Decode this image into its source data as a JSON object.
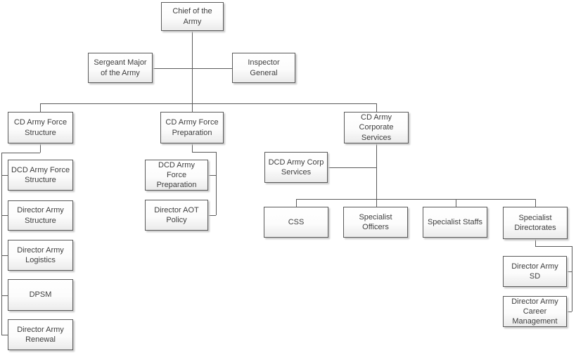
{
  "nodes": [
    {
      "label": "Chief of the Army"
    },
    {
      "label": "Sergeant Major of the Army"
    },
    {
      "label": "Inspector General"
    },
    {
      "label": "CD Army Force Structure"
    },
    {
      "label": "CD Army Force Preparation"
    },
    {
      "label": "CD Army Corporate Services"
    },
    {
      "label": "DCD Army Force Structure"
    },
    {
      "label": "Director Army Structure"
    },
    {
      "label": "Director Army Logistics"
    },
    {
      "label": "DPSM"
    },
    {
      "label": "Director Army Renewal"
    },
    {
      "label": "DCD Army Force Preparation"
    },
    {
      "label": "Director AOT Policy"
    },
    {
      "label": "DCD Army Corp Services"
    },
    {
      "label": "CSS"
    },
    {
      "label": "Specialist Officers"
    },
    {
      "label": "Specialist Staffs"
    },
    {
      "label": "Specialist Directorates"
    },
    {
      "label": "Director Army SD"
    },
    {
      "label": "Director Army Career Management"
    }
  ],
  "hierarchy": {
    "root": "Chief of the Army",
    "staff_of_root": [
      "Sergeant Major of the Army",
      "Inspector General"
    ],
    "branches": [
      {
        "head": "CD Army Force Structure",
        "reports": [
          "DCD Army Force Structure",
          "Director Army Structure",
          "Director Army Logistics",
          "DPSM",
          "Director Army Renewal"
        ]
      },
      {
        "head": "CD Army Force Preparation",
        "reports": [
          "DCD Army Force Preparation",
          "Director AOT Policy"
        ]
      },
      {
        "head": "CD Army Corporate Services",
        "deputy": "DCD Army Corp Services",
        "reports": [
          "CSS",
          "Specialist Officers",
          "Specialist Staffs",
          "Specialist Directorates"
        ]
      }
    ],
    "sub_branches": [
      {
        "head": "Specialist Directorates",
        "reports": [
          "Director Army SD",
          "Director Army Career Management"
        ]
      }
    ]
  },
  "colors": {
    "box_border": "#5a5a5a",
    "connector": "#5a5a5a",
    "box_fill_top": "#ffffff",
    "box_fill_bottom": "#ebebeb",
    "box_shadow": "#c6c6c6",
    "text": "#3d3d3d",
    "background": "#ffffff"
  }
}
